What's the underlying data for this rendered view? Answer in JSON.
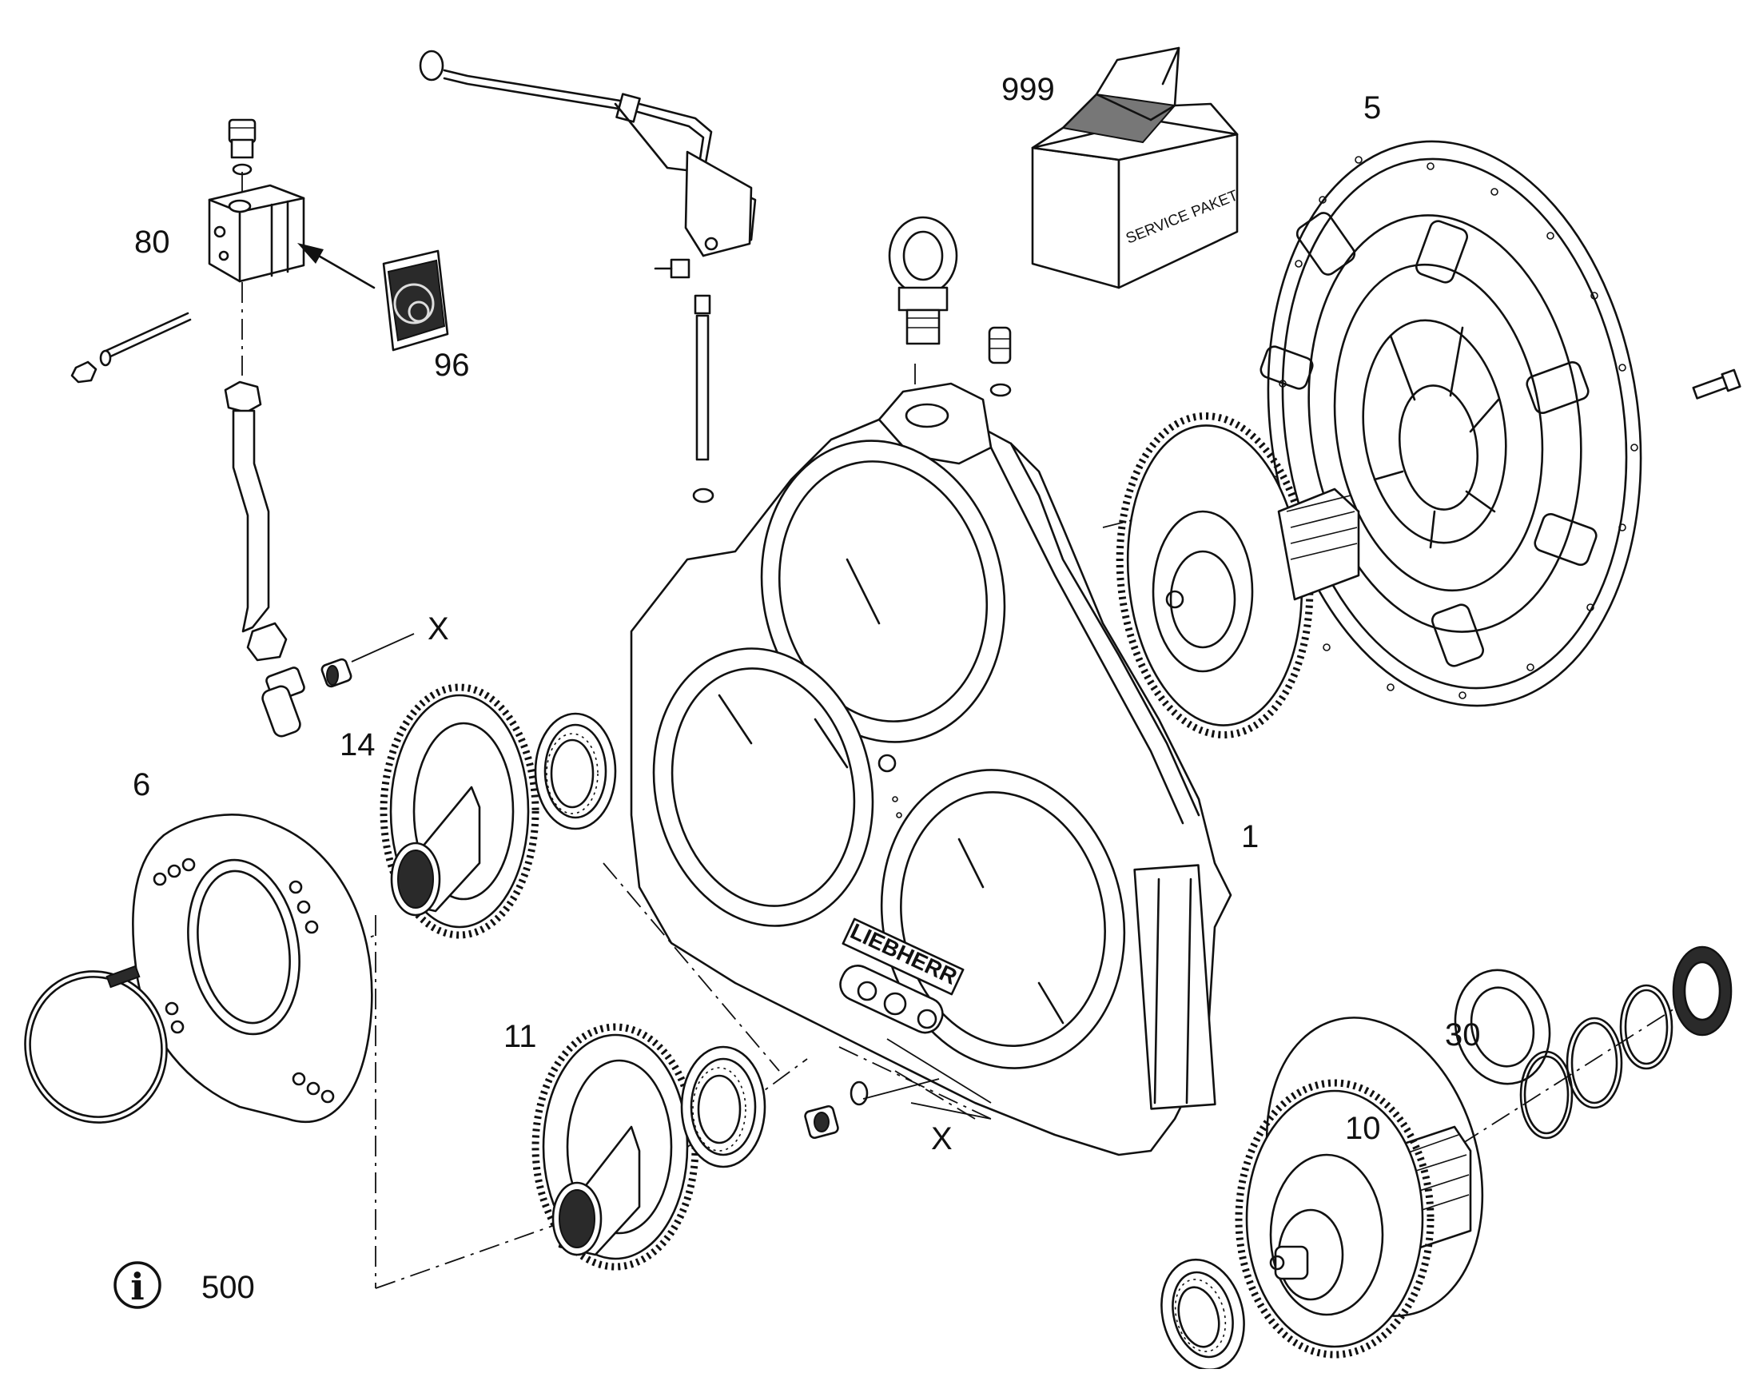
{
  "diagram": {
    "callouts": {
      "p999": "999",
      "p5": "5",
      "p80": "80",
      "p96": "96",
      "x_top": "X",
      "p14": "14",
      "p6": "6",
      "p1": "1",
      "p11": "11",
      "x_bottom": "X",
      "p30": "30",
      "p10": "10",
      "p500": "500"
    },
    "box_label": "SERVICE PAKET",
    "brand_mark": "LIEBHERR",
    "info_symbol": "i"
  }
}
